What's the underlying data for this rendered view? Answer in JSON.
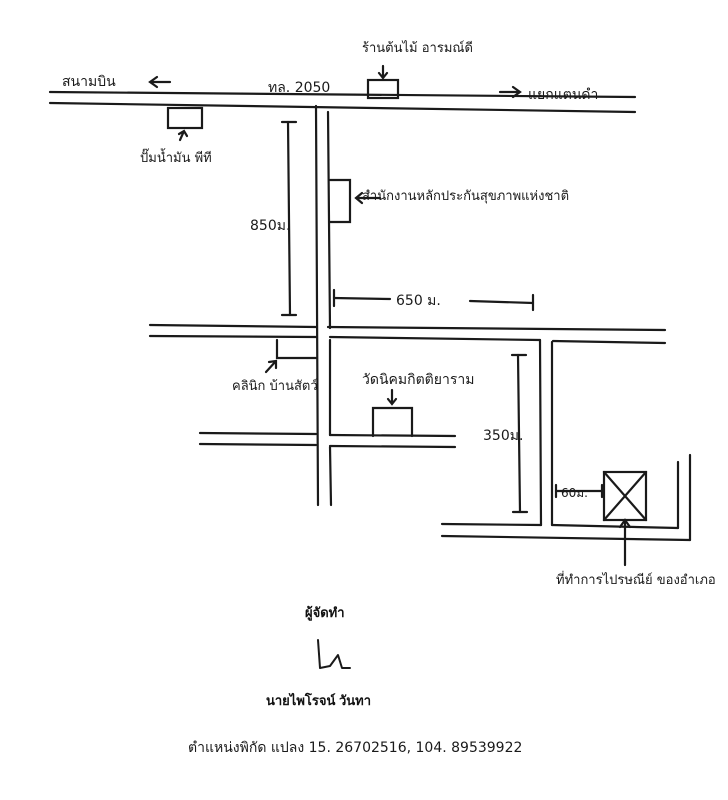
{
  "map": {
    "labels": {
      "top_shop": "ร้านต้นไม้ อารมณ์ดี",
      "highway": "ทล. 2050",
      "airport": "สนามบิน",
      "junction": "แยกแตนดำ",
      "gas_station": "ปั๊มน้ำมัน พีที",
      "insurance_office": "สำนักงานหลักประกันสุขภาพแห่งชาติ",
      "dist_850": "850ม.",
      "dist_650": "650 ม.",
      "clinic": "คลินิก บ้านสัตว์",
      "temple": "วัดนิคมกิตติยาราม",
      "dist_350": "350ม.",
      "dist_60": "60ม.",
      "destination": "ที่ทำการไปรษณีย์ ของอำเภอ"
    },
    "colors": {
      "ink": "#1a1a1a",
      "background": "#ffffff"
    }
  },
  "footer": {
    "maker_label": "ผู้จัดทำ",
    "name": "นายไพโรจน์ วันทา",
    "coordinates": "ตำแหน่งพิกัด แปลง 15. 26702516, 104. 89539922"
  }
}
